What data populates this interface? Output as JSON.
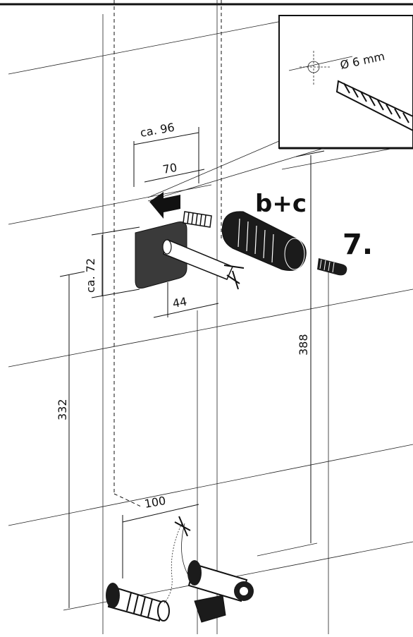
{
  "step_number": "7.",
  "parts_label": "b+c",
  "drill_label": "Ø 6 mm",
  "dimensions": {
    "width_outer": "ca. 96",
    "width_inner": "70",
    "plate_height": "ca. 72",
    "pipe_offset": "44",
    "height_left": "332",
    "height_right": "388",
    "bottom_spacing": "100"
  },
  "colors": {
    "ink": "#111111",
    "plate": "#3a3a3a",
    "fitting": "#1b1b1b"
  }
}
